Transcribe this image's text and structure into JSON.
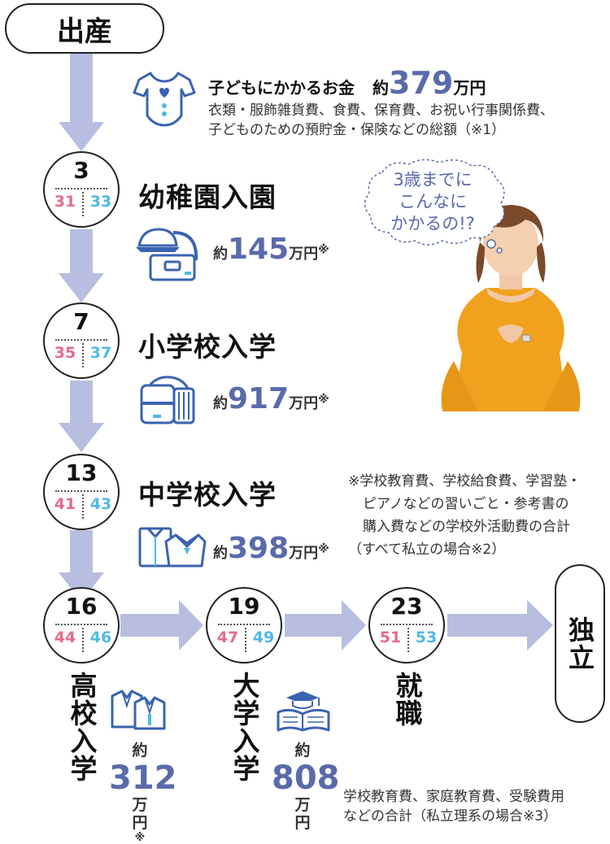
{
  "start_label": "出産",
  "end_label": "独立",
  "childcost": {
    "title": "子どもにかかるお金",
    "pre": "約",
    "num": "379",
    "unit": "万円",
    "line1": "衣類・服飾雑貨費、食費、保育費、お祝い行事関係費、",
    "line2": "子どものための預貯金・保険などの総額（※1）",
    "icon": "baby-bodysuit-icon"
  },
  "stages": [
    {
      "age": "3",
      "mother": "31",
      "father": "33",
      "title": "幼稚園入園",
      "pre": "約",
      "num": "145",
      "unit": "万円",
      "note": "※",
      "icon": "kindergarten-hat-bag-icon"
    },
    {
      "age": "7",
      "mother": "35",
      "father": "37",
      "title": "小学校入学",
      "pre": "約",
      "num": "917",
      "unit": "万円",
      "note": "※",
      "icon": "school-backpack-icon"
    },
    {
      "age": "13",
      "mother": "41",
      "father": "43",
      "title": "中学校入学",
      "pre": "約",
      "num": "398",
      "unit": "万円",
      "note": "※",
      "icon": "school-uniform-icon"
    },
    {
      "age": "16",
      "mother": "44",
      "father": "46",
      "title": "高校入学",
      "pre": "約",
      "num": "312",
      "unit": "万円",
      "note": "※",
      "icon": "blazer-uniform-icon"
    },
    {
      "age": "19",
      "mother": "47",
      "father": "49",
      "title": "大学入学",
      "pre": "約",
      "num": "808",
      "unit": "万円",
      "icon": "graduation-book-icon"
    },
    {
      "age": "23",
      "mother": "51",
      "father": "53",
      "title": "就職"
    }
  ],
  "bubble": {
    "line1": "3歳までに",
    "line2": "こんなに",
    "line3": "かかるの!?"
  },
  "note_school": {
    "line1": "※学校教育費、学校給食費、学習塾・",
    "line2": "ピアノなどの習いごと・参考書の",
    "line3": "購入費などの学校外活動費の合計",
    "line4": "（すべて私立の場合※2）"
  },
  "note_univ": {
    "line1": "学校教育費、家庭教育費、受験費用",
    "line2": "などの合計（私立理系の場合※3）"
  },
  "colors": {
    "arrow": "#b7bedf",
    "accent": "#5a6aaa",
    "mother_age": "#e66a8a",
    "father_age": "#4fb9e6",
    "icon": "#3a63b0"
  }
}
